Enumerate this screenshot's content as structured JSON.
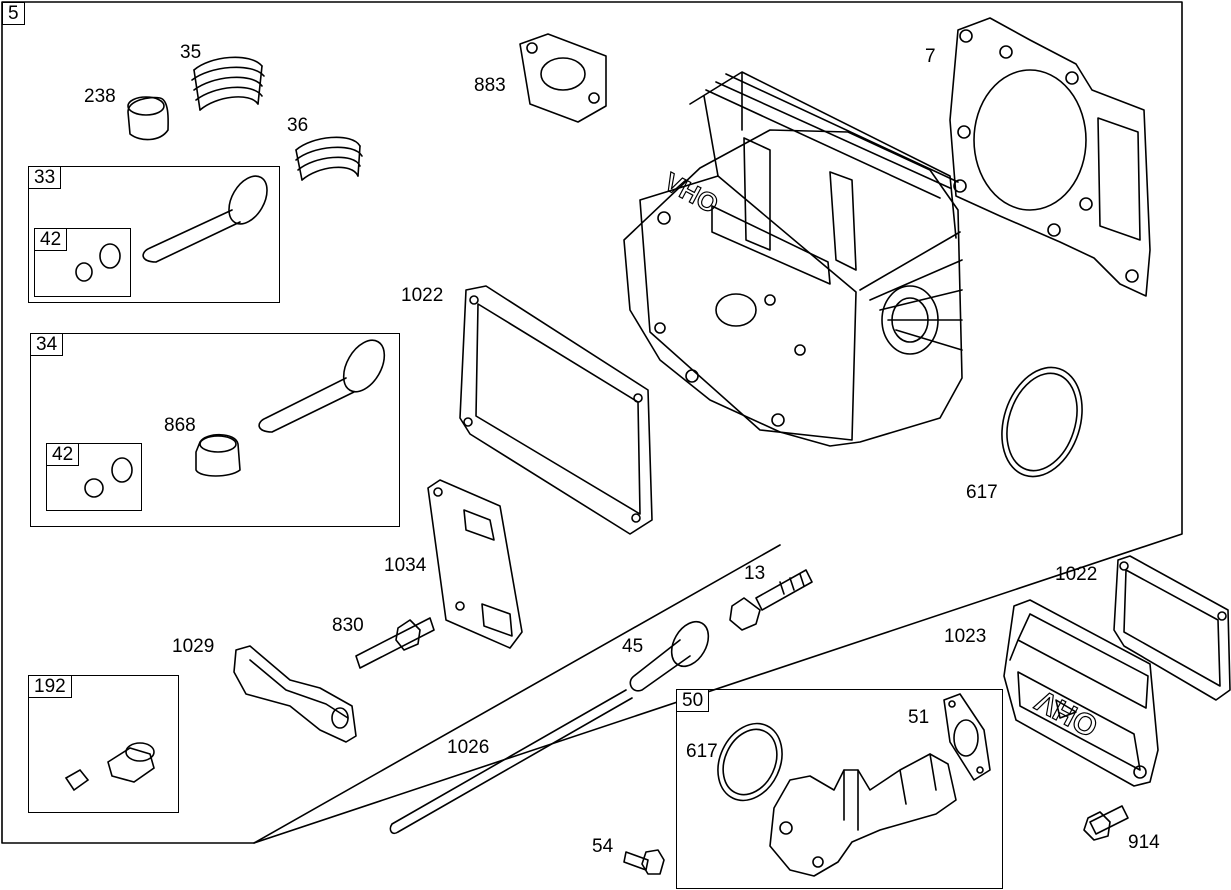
{
  "diagram": {
    "main_group": "5",
    "group_boxes": [
      {
        "id": "box-33",
        "label": "33"
      },
      {
        "id": "box-42a",
        "label": "42"
      },
      {
        "id": "box-34",
        "label": "34"
      },
      {
        "id": "box-42b",
        "label": "42"
      },
      {
        "id": "box-192",
        "label": "192"
      },
      {
        "id": "box-50",
        "label": "50"
      }
    ],
    "callouts": {
      "n238": "238",
      "n35": "35",
      "n36": "36",
      "n883": "883",
      "n7": "7",
      "n1022a": "1022",
      "n868": "868",
      "n617a": "617",
      "n1034": "1034",
      "n13": "13",
      "n1022b": "1022",
      "n830": "830",
      "n1029": "1029",
      "n45": "45",
      "n1023": "1023",
      "n51": "51",
      "n1026": "1026",
      "n617b": "617",
      "n54": "54",
      "n914": "914"
    },
    "cover_text": "OHV",
    "head_text": "OHV"
  }
}
